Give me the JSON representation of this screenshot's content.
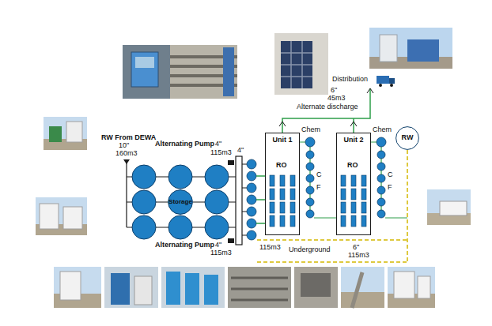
{
  "diagram": {
    "nodes": [
      {
        "text": [
          "Storage"
        ]
      },
      {
        "text": [
          "Unit 1"
        ]
      },
      {
        "text": [
          "Unit 2"
        ]
      },
      {
        "text": [
          "RW"
        ]
      }
    ],
    "labels": [
      "RW From DEWA",
      "10\"",
      "160m3",
      "Alternating Pump",
      "4\"",
      "115m3",
      "4\"",
      "Alternating Pump",
      "4\"",
      "115m3",
      "RO",
      "Chem",
      "C",
      "F",
      "RO",
      "Chem",
      "C",
      "F",
      "Distribution",
      "6\"",
      "45m3",
      "Alternate discharge",
      "115m3",
      "Underground",
      "6\"",
      "115m3"
    ]
  }
}
